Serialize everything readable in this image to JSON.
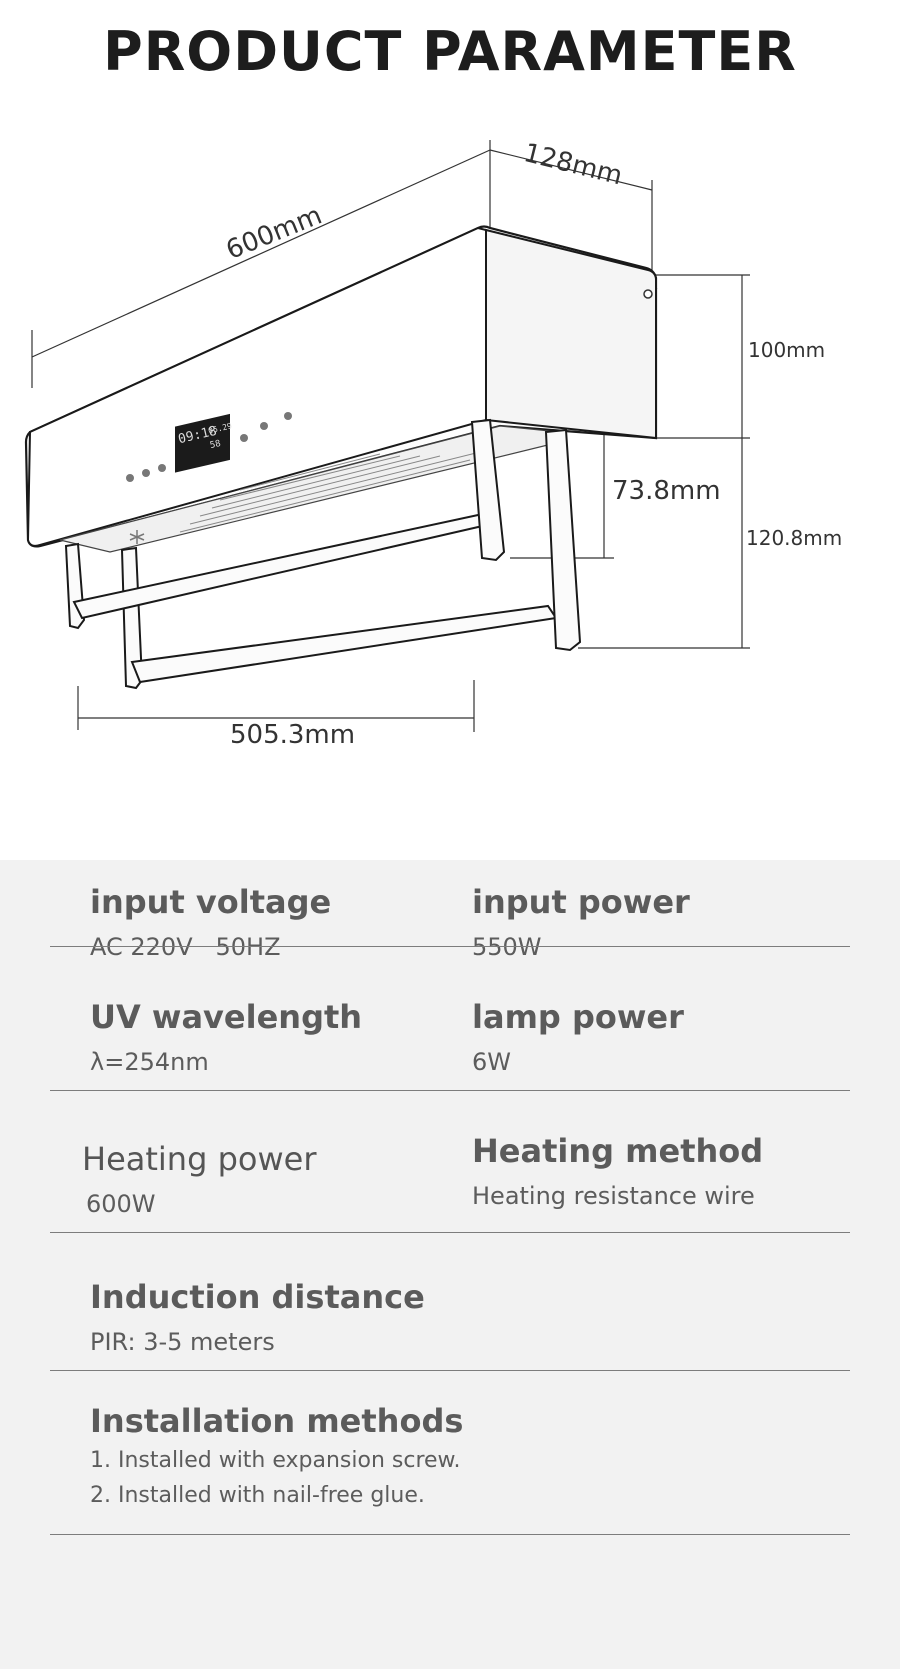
{
  "title": "PRODUCT PARAMETER",
  "dimensions": {
    "depth": "128mm",
    "width": "600mm",
    "height_body": "100mm",
    "rack_height": "73.8mm",
    "total_height": "120.8mm",
    "rack_width": "505.3mm"
  },
  "specs": [
    {
      "left": {
        "label": "input voltage",
        "value": "AC 220V   50HZ"
      },
      "right": {
        "label": "input power",
        "value": "550W"
      }
    },
    {
      "left": {
        "label": "UV wavelength",
        "value": "λ=254nm"
      },
      "right": {
        "label": "lamp power",
        "value": "6W"
      }
    },
    {
      "left": {
        "label": "Heating power",
        "value": "600W"
      },
      "right": {
        "label": "Heating method",
        "value": "Heating resistance wire"
      }
    },
    {
      "left": {
        "label": "Induction distance",
        "value": "PIR: 3-5 meters"
      }
    },
    {
      "left": {
        "label": "Installation methods",
        "lines": [
          "1. Installed with expansion screw.",
          "2. Installed with nail-free glue."
        ]
      }
    }
  ],
  "display": {
    "time": "09:18",
    "date": "05.29",
    "temp": "58"
  },
  "colors": {
    "title": "#1d1d1d",
    "panel_bg": "#f2f2f2",
    "label": "#5b5b5b",
    "divider": "#7d7d7d"
  }
}
